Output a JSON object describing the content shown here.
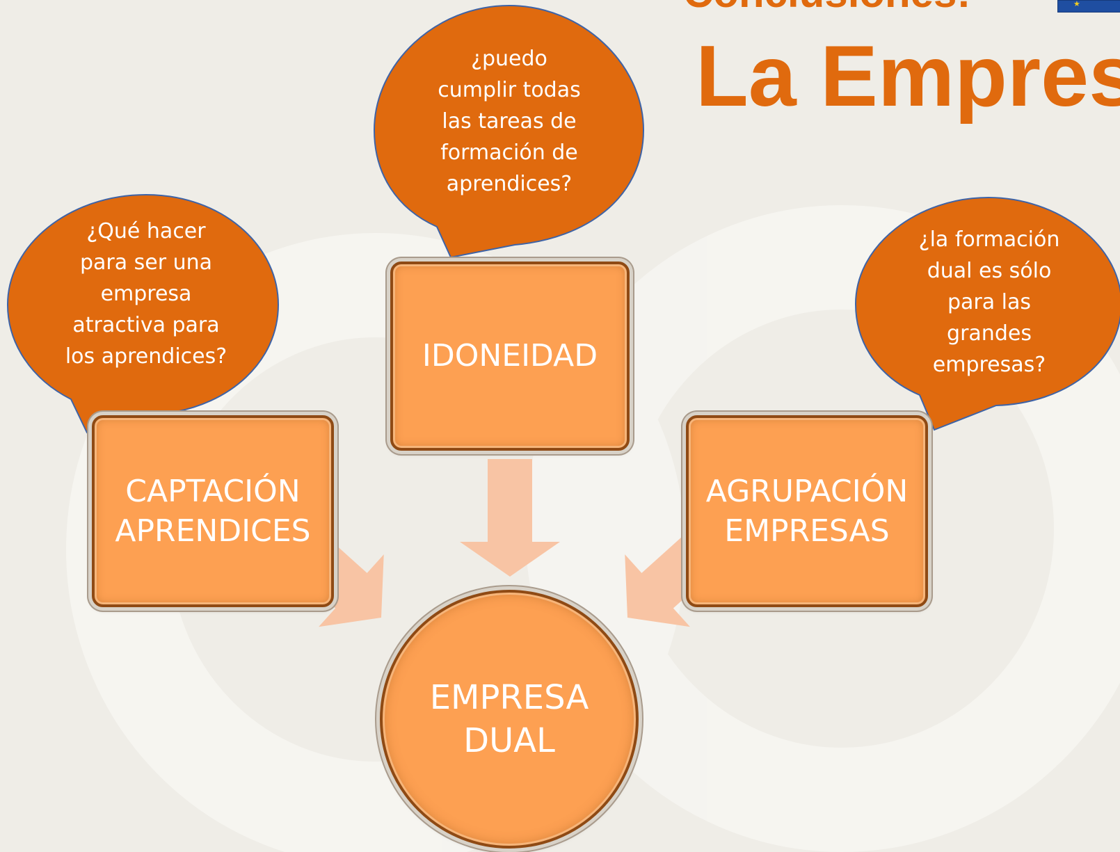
{
  "title": {
    "line1": "Conclusiones:",
    "line2": "La Empresa"
  },
  "logo": {
    "icon": "eu-flag-icon",
    "color": "#1f4ea1"
  },
  "colors": {
    "accent": "#e06a0e",
    "box_fill": "#fda052",
    "bubble_fill": "#e06a0e",
    "bubble_outline": "#3e63a6",
    "arrow": "#f8c4a4"
  },
  "diagram": {
    "center": "EMPRESA\nDUAL",
    "boxes": [
      {
        "id": "captacion",
        "label": "CAPTACIÓN\nAPRENDICES"
      },
      {
        "id": "idoneidad",
        "label": "IDONEIDAD"
      },
      {
        "id": "agrupacion",
        "label": "AGRUPACIÓN\nEMPRESAS"
      }
    ],
    "bubbles": [
      {
        "id": "captacion",
        "text": "¿Qué hacer\npara ser una\nempresa\natractiva para\nlos aprendices?"
      },
      {
        "id": "idoneidad",
        "text": "¿puedo\ncumplir  todas\nlas tareas de\nformación de\naprendices?"
      },
      {
        "id": "agrupacion",
        "text": "¿la formación\ndual es sólo\npara las\ngrandes\nempresas?"
      }
    ]
  }
}
